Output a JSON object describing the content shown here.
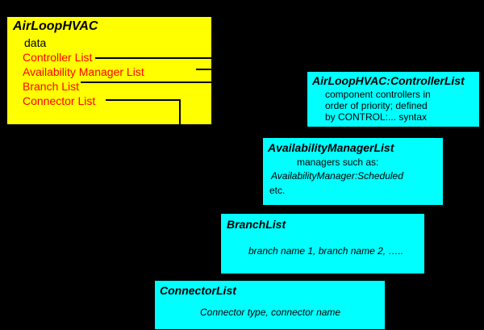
{
  "diagram": {
    "background_color": "#000000",
    "class_box_color": "#ffff00",
    "detail_box_color": "#00ffff",
    "attribute_color": "#ff0000",
    "line_color": "#000000"
  },
  "main_class": {
    "name": "AirLoopHVAC",
    "data_label": "data",
    "attributes": [
      {
        "label": "Controller List"
      },
      {
        "label": "Availability Manager List"
      },
      {
        "label": "Branch List"
      },
      {
        "label": "Connector List"
      }
    ]
  },
  "detail_boxes": [
    {
      "name": "AirLoopHVAC:ControllerList",
      "lines": [
        {
          "text": "component controllers in",
          "italic": false
        },
        {
          "text": "order of priority; defined",
          "italic": false
        },
        {
          "text": "by CONTROL:... syntax",
          "italic": false
        }
      ]
    },
    {
      "name": "AvailabilityManagerList",
      "lines": [
        {
          "text": "managers such as:",
          "italic": false
        },
        {
          "text": "AvailabilityManager:Scheduled",
          "italic": true
        },
        {
          "text": "etc.",
          "italic": false
        }
      ]
    },
    {
      "name": "BranchList",
      "lines": [
        {
          "text": "branch name 1, branch name 2, …..",
          "italic": true
        }
      ]
    },
    {
      "name": "ConnectorList",
      "lines": [
        {
          "text": "Connector type, connector name",
          "italic": true
        }
      ]
    }
  ]
}
